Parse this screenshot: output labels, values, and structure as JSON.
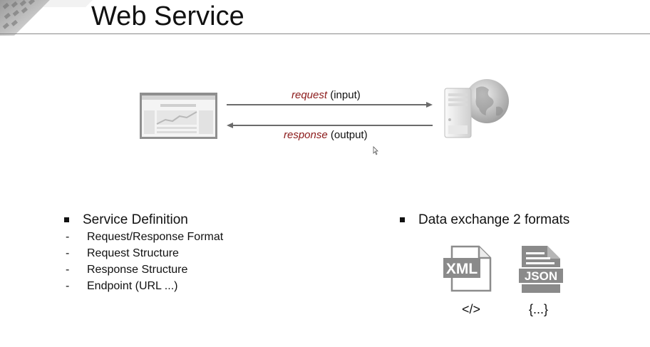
{
  "slide": {
    "title": "Web Service"
  },
  "diagram": {
    "request_word": "request",
    "request_suffix": "(input)",
    "response_word": "response",
    "response_suffix": "(output)",
    "client_icon": "browser-window-icon",
    "server_icon": "server-globe-icon",
    "accent_color": "#8b1a1a"
  },
  "left_list": {
    "heading": "Service Definition",
    "items": [
      "Request/Response Format",
      "Request Structure",
      "Response Structure",
      "Endpoint (URL ...)"
    ]
  },
  "right_list": {
    "heading": "Data exchange 2 formats",
    "formats": [
      {
        "icon": "xml-file-icon",
        "badge": "XML",
        "caption": "</>"
      },
      {
        "icon": "json-file-icon",
        "badge": "JSON",
        "caption": "{...}"
      }
    ]
  }
}
